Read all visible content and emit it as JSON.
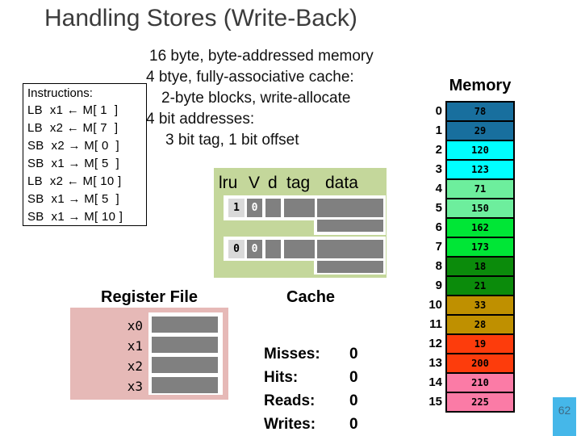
{
  "slide": {
    "title": "Handling Stores (Write-Back)",
    "page_number": "62"
  },
  "description": {
    "lines": [
      "16 byte, byte-addressed memory",
      "4 btye, fully-associative cache:",
      "2-byte blocks, write-allocate",
      "4 bit addresses:",
      "3 bit tag, 1 bit offset"
    ]
  },
  "instructions": {
    "label": "Instructions:",
    "items": [
      "LB  x1 ← M[ 1  ]",
      "LB  x2 ← M[ 7  ]",
      "SB  x2 → M[ 0  ]",
      "SB  x1 → M[ 5  ]",
      "LB  x2 ← M[ 10 ]",
      "SB  x1 → M[ 5  ]",
      "SB  x1 → M[ 10 ]"
    ]
  },
  "cache": {
    "caption": "Cache",
    "headers": {
      "lru": "lru",
      "v": "V",
      "d": "d",
      "tag": "tag",
      "data": "data"
    },
    "lines": [
      {
        "lru": "1",
        "v": "0",
        "d": "",
        "tag": ""
      },
      {
        "lru": "0",
        "v": "0",
        "d": "",
        "tag": ""
      }
    ]
  },
  "register_file": {
    "caption": "Register File",
    "registers": [
      "x0",
      "x1",
      "x2",
      "x3"
    ]
  },
  "memory": {
    "caption": "Memory",
    "rows": [
      {
        "addr": "0",
        "value": "78",
        "color": "#186f9e"
      },
      {
        "addr": "1",
        "value": "29",
        "color": "#186f9e"
      },
      {
        "addr": "2",
        "value": "120",
        "color": "#00ffff"
      },
      {
        "addr": "3",
        "value": "123",
        "color": "#00ffff"
      },
      {
        "addr": "4",
        "value": "71",
        "color": "#6dee9d"
      },
      {
        "addr": "5",
        "value": "150",
        "color": "#6dee9d"
      },
      {
        "addr": "6",
        "value": "162",
        "color": "#00e636"
      },
      {
        "addr": "7",
        "value": "173",
        "color": "#00e636"
      },
      {
        "addr": "8",
        "value": "18",
        "color": "#0b8b0b"
      },
      {
        "addr": "9",
        "value": "21",
        "color": "#0b8b0b"
      },
      {
        "addr": "10",
        "value": "33",
        "color": "#bf9000"
      },
      {
        "addr": "11",
        "value": "28",
        "color": "#bf9000"
      },
      {
        "addr": "12",
        "value": "19",
        "color": "#fd3c0c"
      },
      {
        "addr": "13",
        "value": "200",
        "color": "#fd3c0c"
      },
      {
        "addr": "14",
        "value": "210",
        "color": "#fb7ba6"
      },
      {
        "addr": "15",
        "value": "225",
        "color": "#fb7ba6"
      }
    ]
  },
  "stats": {
    "items": [
      {
        "label": "Misses:",
        "value": "0"
      },
      {
        "label": "Hits:",
        "value": "0"
      },
      {
        "label": "Reads:",
        "value": "0"
      },
      {
        "label": "Writes:",
        "value": "0"
      }
    ]
  },
  "colors": {
    "cache_bg": "#c4d79b",
    "register_bg": "#e6b9b7",
    "cell_gray": "#808080",
    "lru_cell_gray": "#d9d9d9",
    "badge_bg": "#45b7e9",
    "badge_text": "#3e6b86",
    "title_text": "#3b3b3b"
  }
}
